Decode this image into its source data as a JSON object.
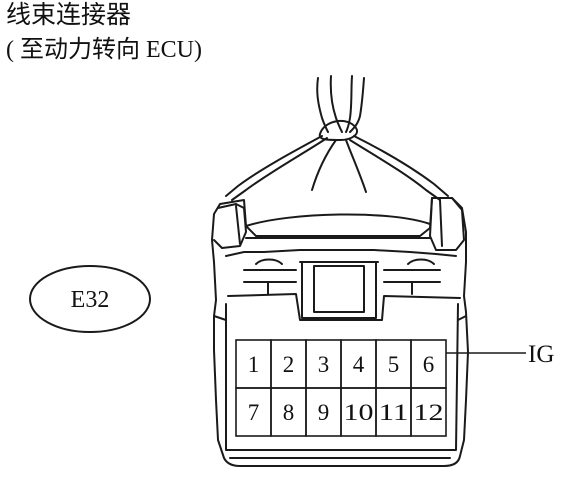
{
  "title": {
    "line1": "线束连接器",
    "line2": "( 至动力转向 ECU)"
  },
  "connector": {
    "code": "E32",
    "pins_top": [
      "1",
      "2",
      "3",
      "4",
      "5",
      "6"
    ],
    "pins_bottom": [
      "7",
      "8",
      "9",
      "10",
      "11",
      "12"
    ],
    "callout": {
      "pin": "6",
      "label": "IG"
    }
  }
}
